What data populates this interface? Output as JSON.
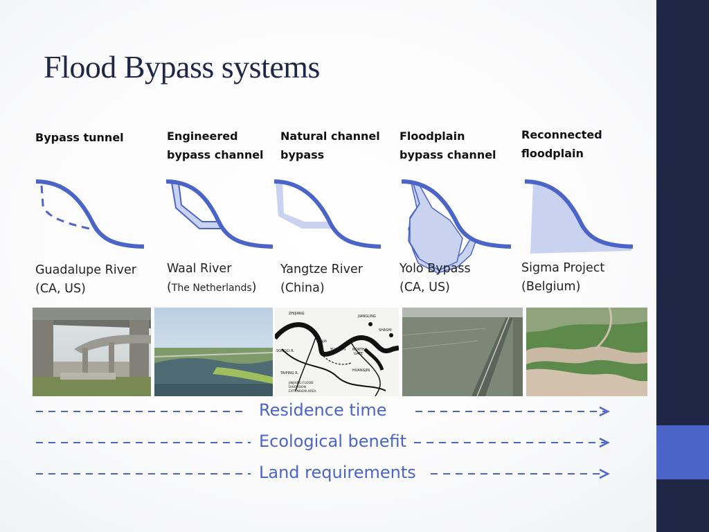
{
  "slide": {
    "title": "Flood Bypass systems"
  },
  "columns": [
    {
      "heading": "Bypass tunnel",
      "location_line1": "Guadalupe River",
      "location_line2": "(CA, US)"
    },
    {
      "heading": "Engineered\nbypass channel",
      "location_line1": "Waal River",
      "location_line2_open": "(",
      "location_line2_inner": "The Netherlands",
      "location_line2_close": ")"
    },
    {
      "heading": "Natural channel\nbypass",
      "location_line1": "Yangtze River",
      "location_line2": "(China)"
    },
    {
      "heading": "Floodplain\nbypass channel",
      "location_line1": "Yolo Bypass",
      "location_line2": "(CA, US)"
    },
    {
      "heading": "Reconnected\nfloodplain",
      "location_line1": "Sigma Project",
      "location_line2": "(Belgium)"
    }
  ],
  "map_labels": {
    "l1": "ZHIJIANG",
    "l2": "JIANGLING",
    "l3": "SHASHI",
    "l4": "SONGCI R.",
    "l5": "NORTH",
    "l6": "GATE",
    "l7": "YUANSHI",
    "l8": "TAIPING R.",
    "l9": "HUANGJIN",
    "l10": "JINJIANG FLOOD",
    "l11": "DIVERSION",
    "l12": "EXTENSION AREA",
    "l13": "SANJIA"
  },
  "scales": [
    {
      "label": "Residence time"
    },
    {
      "label": "Ecological benefit"
    },
    {
      "label": "Land requirements"
    }
  ],
  "colors": {
    "accent": "#4a64c8",
    "sidebar": "#1f2646",
    "fill": "#c9d2ef",
    "title": "#1f2646"
  }
}
